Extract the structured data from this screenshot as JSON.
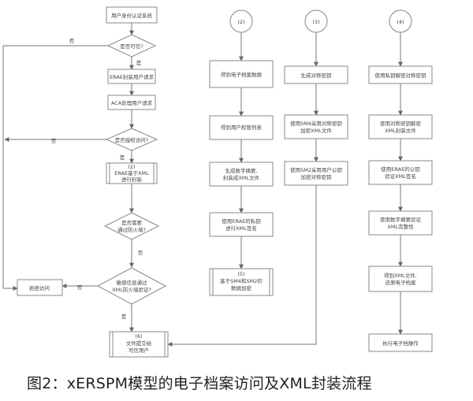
{
  "left_flow": {
    "start": "用户身份认证系统",
    "decision_trusted": "是否可信?",
    "erae_wrap": "ERAE封装用户请求",
    "aca_process": "ACA处理用户请求",
    "decision_authorized": "是否授权访问?",
    "step2_marker": "(2)",
    "erae_xml": [
      "ERAE基于XML",
      "进行封装"
    ],
    "decision_firewall": [
      "是否需要",
      "通过防火墙?"
    ],
    "decision_sensitive": [
      "敏感信息通过",
      "XML防火墙验证?"
    ],
    "deny": "拒绝访问",
    "step6_marker": "(6)",
    "deliver": [
      "文件提交给",
      "可信用户"
    ]
  },
  "edge_labels": {
    "no": "否",
    "yes": "是"
  },
  "col2": {
    "marker": "(2)",
    "s1": "得到电子档案数据",
    "s2": "得到用户权限列表",
    "s3": [
      "生成数字摘要,",
      "封装成XML文件"
    ],
    "s4": [
      "使用ERAE的私钥",
      "进行XML签名"
    ],
    "s5_marker": "(5)",
    "s5": [
      "基于SM4和SM2的",
      "数据加密"
    ]
  },
  "col3": {
    "marker": "(3)",
    "s1": "生成对称密钥",
    "s2": [
      "使用SM4采用对称密钥",
      "加密XML文件"
    ],
    "s3": [
      "使用SM2采用用户公钥",
      "加密对称密钥"
    ]
  },
  "col4": {
    "marker": "(4)",
    "s1": "使用私钥解密对称密钥",
    "s2": [
      "使用对称密钥解密",
      "XML封装文件"
    ],
    "s3": [
      "使用ERAE的公钥",
      "验证XML签名"
    ],
    "s4": [
      "使用数字摘要验证",
      "XML完整性"
    ],
    "s5": [
      "得到XML文件,",
      "还原电子档案"
    ],
    "s6": "执行电子档操作"
  },
  "caption": "图2：xERSPM模型的电子档案访问及XML封装流程"
}
